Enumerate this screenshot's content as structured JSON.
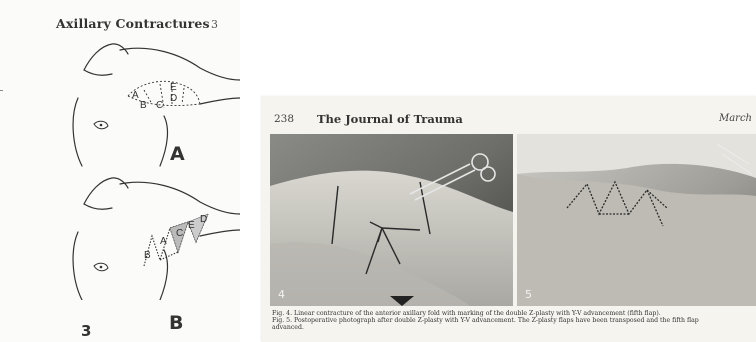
{
  "left_page": {
    "title": "Axillary Contractures",
    "corner_mark": "3",
    "figure_number": "3",
    "panel_a": {
      "label": "A",
      "flaps": [
        "A",
        "B",
        "C",
        "D",
        "E"
      ]
    },
    "panel_b": {
      "label": "B",
      "flaps": [
        "B",
        "A",
        "C",
        "E",
        "D"
      ]
    }
  },
  "right_page": {
    "page_number": "238",
    "journal_title": "The Journal of Trauma",
    "month": "March",
    "photos": [
      {
        "number": "4"
      },
      {
        "number": "5"
      }
    ],
    "captions": {
      "fig4": "Fig. 4. Linear contracture of the anterior axillary fold with marking of the double Z-plasty with Y-V advancement (fifth flap).",
      "fig5": "Fig. 5. Postoperative photograph after double Z-plasty with Y-V advancement. The Z-plasty flaps have been transposed and the fifth flap",
      "fig5_cont": "advanced."
    }
  },
  "colors": {
    "paper": "#f6f4ef",
    "ink": "#333333"
  }
}
